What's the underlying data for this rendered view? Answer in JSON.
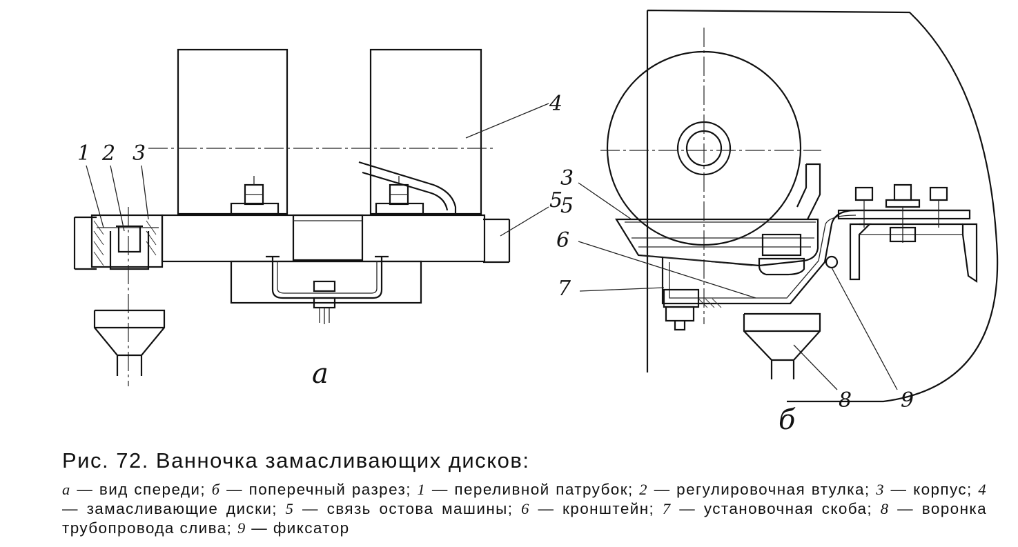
{
  "figure": {
    "view_labels": {
      "a": "а",
      "b": "б"
    },
    "callouts": [
      "1",
      "2",
      "3",
      "4",
      "5",
      "3",
      "5",
      "6",
      "7",
      "8",
      "9"
    ]
  },
  "caption": {
    "title": "Рис. 72. Ванночка замасливающих дисков:",
    "legend": [
      {
        "key": "а",
        "text": "— вид спереди;"
      },
      {
        "key": "б",
        "text": "— поперечный разрез;"
      },
      {
        "key": "1",
        "text": "— переливной патрубок;"
      },
      {
        "key": "2",
        "text": "— регулировочная втулка;"
      },
      {
        "key": "3",
        "text": "— корпус;"
      },
      {
        "key": "4",
        "text": "— замасливающие диски;"
      },
      {
        "key": "5",
        "text": "— связь остова машины;"
      },
      {
        "key": "6",
        "text": "— кронштейн;"
      },
      {
        "key": "7",
        "text": "— установочная скоба;"
      },
      {
        "key": "8",
        "text": "— воронка трубопровода слива;"
      },
      {
        "key": "9",
        "text": "— фиксатор"
      }
    ]
  }
}
